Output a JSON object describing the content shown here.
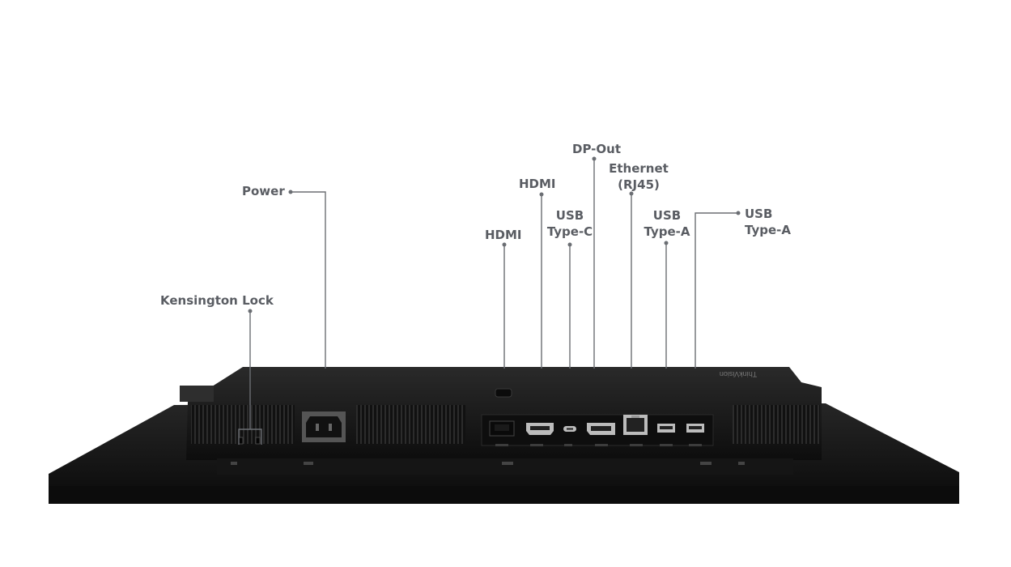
{
  "callouts": {
    "kensington": "Kensington Lock",
    "power": "Power",
    "hdmi_1": "HDMI",
    "hdmi_2": "HDMI",
    "usbc_line1": "USB",
    "usbc_line2": "Type-C",
    "dp_out": "DP-Out",
    "ethernet_line1": "Ethernet",
    "ethernet_line2": "(RJ45)",
    "usba1_line1": "USB",
    "usba1_line2": "Type-A",
    "usba2_line1": "USB",
    "usba2_line2": "Type-A"
  },
  "brand_text": "ThinkVision",
  "colors": {
    "callout_text": "#5a5d63",
    "callout_line": "#6b6e73",
    "monitor_body": "#1a1a1a"
  }
}
